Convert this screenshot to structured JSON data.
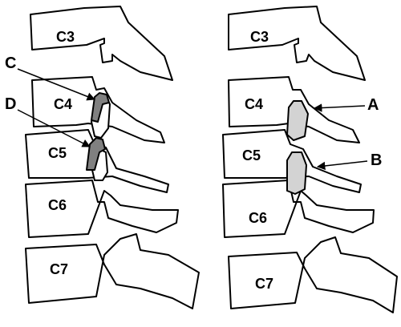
{
  "colors": {
    "outline": "#000000",
    "bone": "#ffffff",
    "dark_fill": "#808080",
    "light_fill": "#d3d3d3"
  },
  "left_panel": {
    "vertebrae": [
      "C3",
      "C4",
      "C5",
      "C6",
      "C7"
    ],
    "callouts": [
      "C",
      "D"
    ]
  },
  "right_panel": {
    "vertebrae": [
      "C3",
      "C4",
      "C5",
      "C6",
      "C7"
    ],
    "callouts": [
      "A",
      "B"
    ]
  }
}
